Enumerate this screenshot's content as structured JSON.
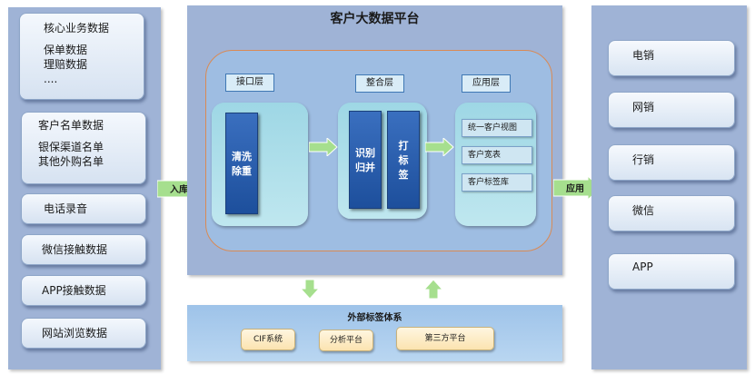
{
  "platform_title": "客户大数据平台",
  "sources": {
    "group1": [
      "核心业务数据",
      "保单数据",
      "理赔数据",
      "...."
    ],
    "group2": [
      "客户名单数据",
      "银保渠道名单",
      "其他外购名单"
    ],
    "items": [
      "电话录音",
      "微信接触数据",
      "APP接触数据",
      "网站浏览数据"
    ]
  },
  "arrows": {
    "in": "入库",
    "out": "应用"
  },
  "layers": {
    "interface": "接口层",
    "integration": "整合层",
    "application": "应用层"
  },
  "interface_box": "清洗除重",
  "integration_boxes": [
    "识别归并",
    "打标签"
  ],
  "app_items": [
    "统一客户视图",
    "客户宽表",
    "客户标签库"
  ],
  "channels": [
    "电销",
    "网销",
    "行销",
    "微信",
    "APP"
  ],
  "external": {
    "title": "外部标签体系",
    "systems": [
      "CIF系统",
      "分析平台",
      "第三方平台"
    ]
  },
  "colors": {
    "column": "#9fb3d6",
    "inner_bubble": "#9ebde2",
    "inner_border": "#d98a55",
    "panel": "#a9dfe9",
    "dark_box": "#1f5aa8",
    "arrow": "#a6df8e"
  }
}
